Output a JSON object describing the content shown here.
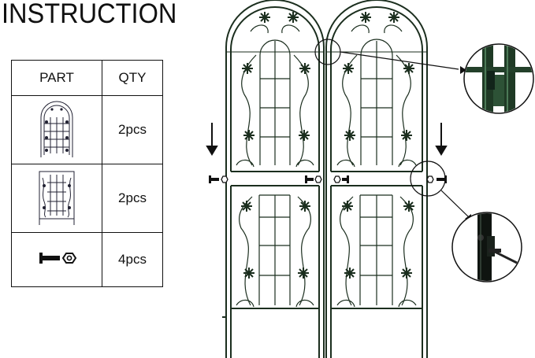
{
  "title": "INSTRUCTION",
  "table": {
    "headers": [
      "PART",
      "QTY"
    ],
    "rows": [
      {
        "part_icon": "arched-trellis-panel-icon",
        "qty": "2pcs"
      },
      {
        "part_icon": "rectangular-trellis-panel-icon",
        "qty": "2pcs"
      },
      {
        "part_icon": "bolt-and-nut-icon",
        "qty": "4pcs"
      }
    ]
  },
  "diagram": {
    "illustration": "two-assembled-trellis-icon",
    "callouts": [
      "joint-sleeve-closeup-icon",
      "bolt-joint-closeup-icon"
    ],
    "arrows": [
      "down-arrow-icon",
      "down-arrow-icon"
    ],
    "colors": {
      "metal": "#1b2e1e",
      "accent": "#23402a"
    }
  }
}
